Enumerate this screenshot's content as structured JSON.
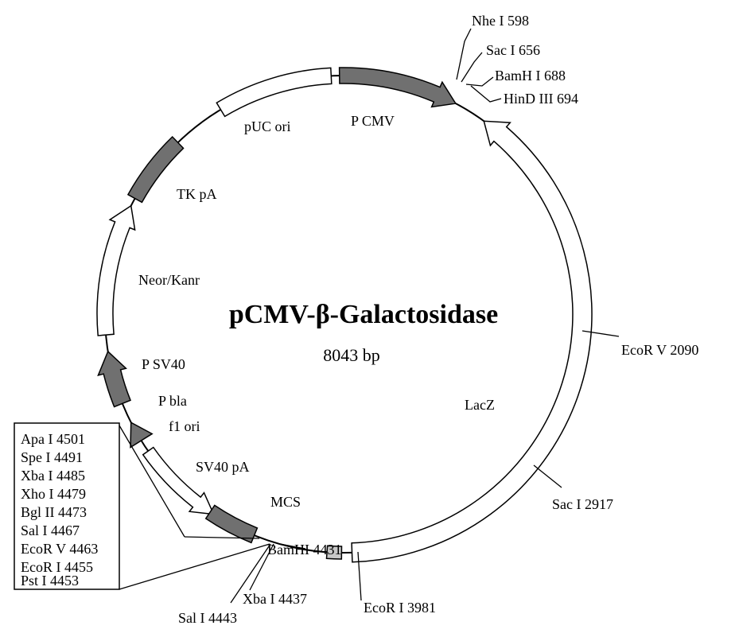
{
  "plasmid": {
    "name": "pCMV-β-Galactosidase",
    "size_label": "8043 bp"
  },
  "features": [
    {
      "id": "pcmv",
      "label": "P CMV",
      "style": "filled",
      "arrow": true
    },
    {
      "id": "puc",
      "label": "pUC ori",
      "style": "open",
      "arrow": false
    },
    {
      "id": "tkpa",
      "label": "TK pA",
      "style": "filled",
      "arrow": false
    },
    {
      "id": "neo",
      "label": "Neor/Kanr",
      "style": "open",
      "arrow": true
    },
    {
      "id": "psv40",
      "label": "P SV40",
      "style": "filled",
      "arrow": true
    },
    {
      "id": "pbla",
      "label": "P bla",
      "style": "filled",
      "arrow": true
    },
    {
      "id": "f1ori",
      "label": "f1 ori",
      "style": "open",
      "arrow": true
    },
    {
      "id": "sv40pa",
      "label": "SV40 pA",
      "style": "filled",
      "arrow": false
    },
    {
      "id": "mcs",
      "label": "MCS",
      "style": "grey",
      "arrow": false
    },
    {
      "id": "lacz",
      "label": "LacZ",
      "style": "open",
      "arrow": true
    }
  ],
  "sites": {
    "nhe": "Nhe I 598",
    "sac656": "Sac I 656",
    "bamh688": "BamH I 688",
    "hind694": "HinD III 694",
    "ecorv2090": "EcoR V 2090",
    "sac2917": "Sac I 2917",
    "ecori3981": "EcoR I 3981",
    "bamhi4431": "BamHI 4431",
    "xba4437": "Xba I 4437",
    "sal4443": "Sal I 4443"
  },
  "mcs_box": [
    "Apa I 4501",
    "Spe I 4491",
    "Xba I 4485",
    "Xho I 4479",
    "Bgl II 4473",
    "Sal I 4467",
    "EcoR V 4463",
    "EcoR I 4455",
    "Pst I 4453"
  ],
  "colors": {
    "filled": "#707070",
    "grey": "#c8c8c8",
    "open": "#ffffff",
    "line": "#000000"
  }
}
